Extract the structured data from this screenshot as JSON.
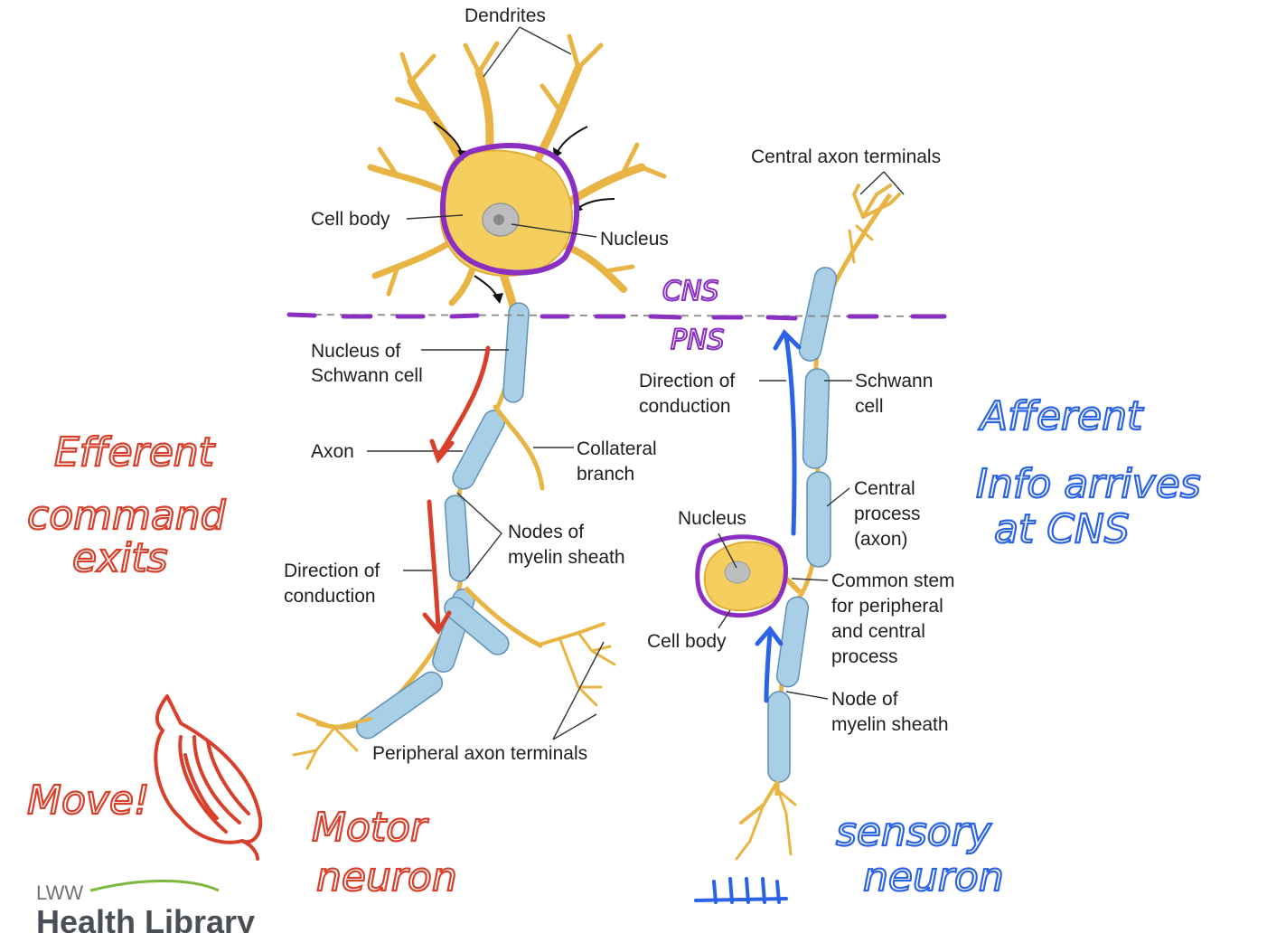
{
  "labels": {
    "dendrites": "Dendrites",
    "cell_body_motor": "Cell body",
    "nucleus_motor": "Nucleus",
    "nucleus_schwann_1": "Nucleus of",
    "nucleus_schwann_2": "Schwann cell",
    "axon": "Axon",
    "collateral_1": "Collateral",
    "collateral_2": "branch",
    "nodes_1": "Nodes of",
    "nodes_2": "myelin sheath",
    "direction_motor_1": "Direction of",
    "direction_motor_2": "conduction",
    "peripheral_terminals": "Peripheral axon terminals",
    "central_terminals": "Central axon terminals",
    "direction_sensory_1": "Direction of",
    "direction_sensory_2": "conduction",
    "schwann_1": "Schwann",
    "schwann_2": "cell",
    "central_process_1": "Central",
    "central_process_2": "process",
    "central_process_3": "(axon)",
    "nucleus_sensory": "Nucleus",
    "common_stem_1": "Common stem",
    "common_stem_2": "for peripheral",
    "common_stem_3": "and central",
    "common_stem_4": "process",
    "cell_body_sensory": "Cell body",
    "node_1": "Node of",
    "node_2": "myelin sheath"
  },
  "annotations": {
    "cns": "CNS",
    "pns": "PNS",
    "efferent_1": "Efferent",
    "efferent_2": "command",
    "efferent_3": "exits",
    "move": "Move!",
    "motor_1": "Motor",
    "motor_2": "neuron",
    "afferent_1": "Afferent",
    "afferent_2": "Info arrives",
    "afferent_3": "at CNS",
    "sensory_1": "sensory",
    "sensory_2": "neuron"
  },
  "logo": {
    "small": "LWW",
    "big": "Health Library"
  },
  "colors": {
    "dendrite": "#e8b545",
    "cell_body": "#f5cf5e",
    "myelin": "#a8cfe6",
    "annotation_red": "#d9402b",
    "annotation_blue": "#2b63e6",
    "annotation_purple": "#8a2fc2"
  }
}
